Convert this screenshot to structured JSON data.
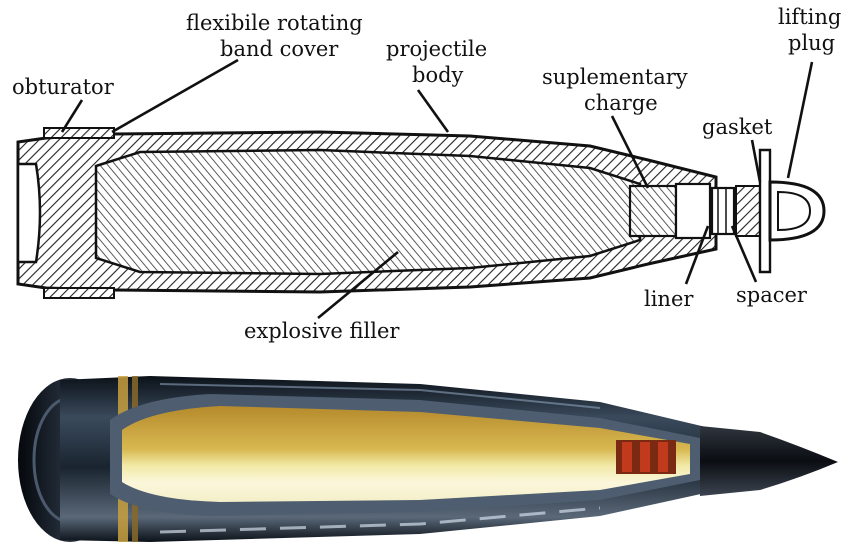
{
  "diagram": {
    "labels": {
      "obturator": "obturator",
      "band_cover_line1": "flexibile rotating",
      "band_cover_line2": "band cover",
      "projectile_line1": "projectile",
      "projectile_line2": "body",
      "suplementary_line1": "suplementary",
      "suplementary_line2": "charge",
      "lifting_line1": "lifting",
      "lifting_line2": "plug",
      "gasket": "gasket",
      "liner": "liner",
      "spacer": "spacer",
      "explosive_filler": "explosive filler"
    },
    "colors": {
      "ink": "#111111",
      "paper": "#ffffff",
      "shell_dark": "#1a2430",
      "shell_mid": "#3a4a5c",
      "filler_gold": "#c9a13a",
      "filler_light": "#f1e9a6",
      "fuze_dark": "#0c0f14",
      "charge_red": "#c23a1c",
      "band_gold": "#c8a040"
    }
  }
}
